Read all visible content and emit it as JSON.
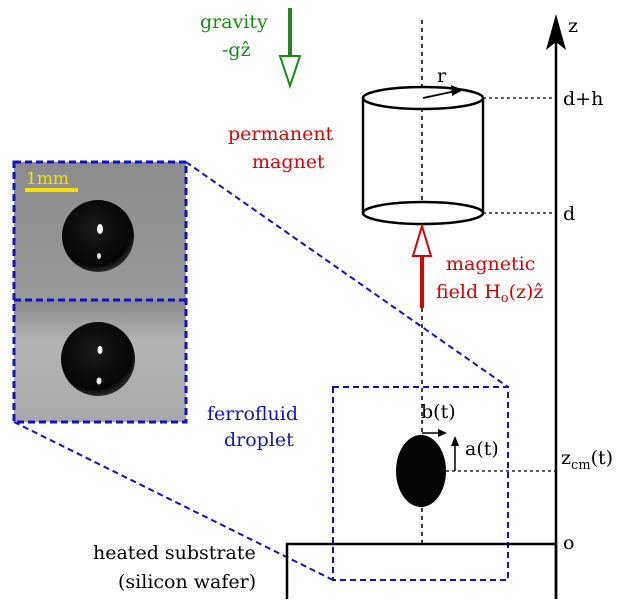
{
  "gravity": {
    "line1": "gravity",
    "line2": "-gẑ",
    "color": "#1a8a1a"
  },
  "magnet": {
    "line1": "permanent",
    "line2": "magnet",
    "radius_label": "r",
    "color": "#e00000"
  },
  "field": {
    "line1": "magnetic",
    "line2_prefix": "field H",
    "line2_sub": "o",
    "line2_suffix": "(z)ẑ",
    "color": "#e00000"
  },
  "droplet": {
    "line1": "ferrofluid",
    "line2": "droplet",
    "b_label": "b(t)",
    "a_label": "a(t)",
    "color": "#1010d0"
  },
  "substrate": {
    "line1": "heated substrate",
    "line2": "(silicon wafer)"
  },
  "axis": {
    "z_label": "z",
    "tick_top": "d+h",
    "tick_d": "d",
    "tick_cm_main": "z",
    "tick_cm_sub": "cm",
    "tick_cm_suffix": "(t)",
    "tick_origin": "o"
  },
  "inset": {
    "scale_label": "1mm",
    "scale_color": "#f5e000",
    "border_color": "#1010d0"
  }
}
